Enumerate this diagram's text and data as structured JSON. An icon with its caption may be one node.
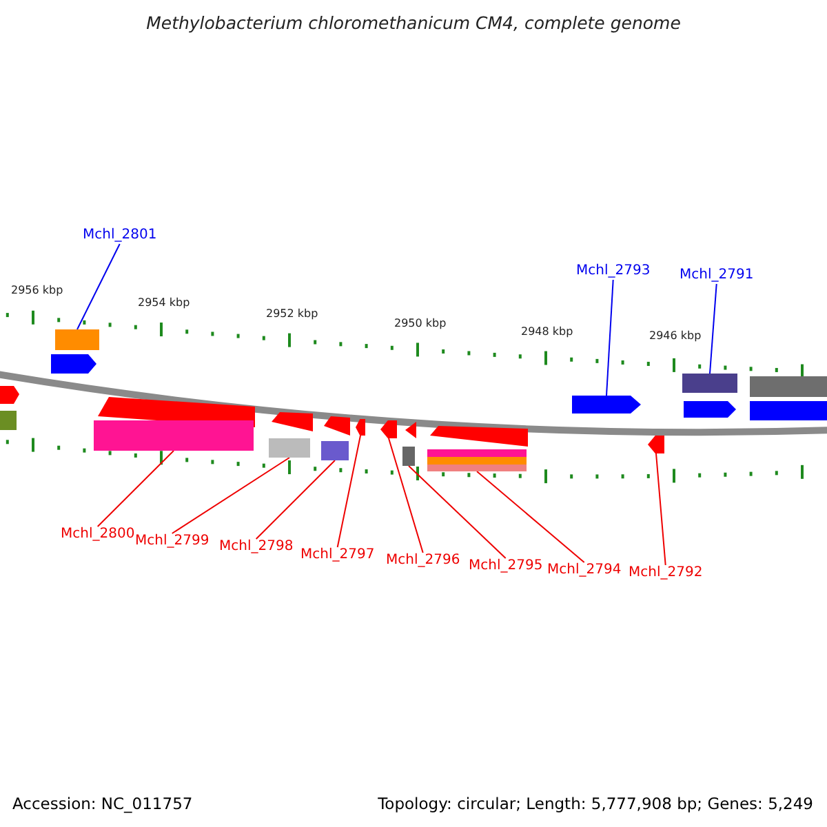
{
  "diagram": {
    "title": "Methylobacterium chloromethanicum CM4, complete genome",
    "nodes": [
      {
        "text": [
          "Mchl_2801"
        ]
      },
      {
        "text": [
          "Mchl_2793"
        ]
      },
      {
        "text": [
          "Mchl_2791"
        ]
      },
      {
        "text": [
          "Mchl_2800"
        ]
      },
      {
        "text": [
          "Mchl_2799"
        ]
      },
      {
        "text": [
          "Mchl_2798"
        ]
      },
      {
        "text": [
          "Mchl_2797"
        ]
      },
      {
        "text": [
          "Mchl_2796"
        ]
      },
      {
        "text": [
          "Mchl_2795"
        ]
      },
      {
        "text": [
          "Mchl_2794"
        ]
      },
      {
        "text": [
          "Mchl_2792"
        ]
      },
      {
        "text": [],
        "shape": "box"
      },
      {
        "text": [],
        "shape": "box"
      },
      {
        "text": [],
        "shape": "box"
      },
      {
        "text": [],
        "shape": "box"
      },
      {
        "text": [],
        "shape": "arrow"
      },
      {
        "text": [],
        "shape": "arrow"
      },
      {
        "text": [],
        "shape": "box"
      },
      {
        "text": [],
        "shape": "box"
      },
      {
        "text": [],
        "shape": "arrow"
      },
      {
        "text": [],
        "shape": "arrow"
      },
      {
        "text": [],
        "shape": "box"
      }
    ],
    "edges": [
      {
        "from": 0,
        "to": 11,
        "arrow": "none",
        "color": "#0000ee"
      },
      {
        "from": 1,
        "to": 19,
        "arrow": "none",
        "color": "#0000ee"
      },
      {
        "from": 2,
        "to": 21,
        "arrow": "none",
        "color": "#0000ee"
      },
      {
        "from": 3,
        "to": 12,
        "arrow": "none"
      },
      {
        "from": 4,
        "to": 13,
        "arrow": "none"
      },
      {
        "from": 5,
        "to": 14,
        "arrow": "none"
      },
      {
        "from": 6,
        "to": 15,
        "arrow": "none"
      },
      {
        "from": 7,
        "to": 16,
        "arrow": "none"
      },
      {
        "from": 8,
        "to": 17,
        "arrow": "none"
      },
      {
        "from": 9,
        "to": 18,
        "arrow": "none"
      },
      {
        "from": 10,
        "to": 20,
        "arrow": "none"
      }
    ],
    "labels": [
      "2956 kbp",
      "2954 kbp",
      "2952 kbp",
      "2950 kbp",
      "2948 kbp",
      "2946 kbp",
      "Accession: NC_011757",
      "Topology: circular; Length: 5,777,908 bp; Genes: 5,249"
    ]
  }
}
